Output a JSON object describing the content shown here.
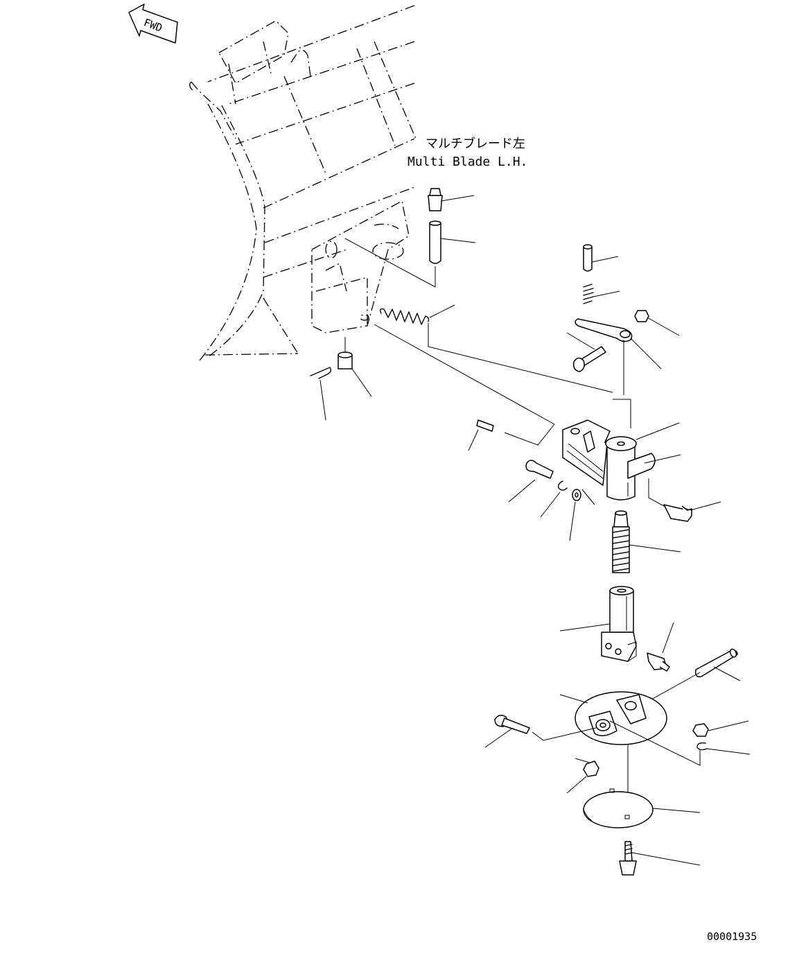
{
  "labels": {
    "fwd": "FWD",
    "title_jp": "マルチブレード左",
    "title_en": "Multi Blade L.H.",
    "drawing_number": "00001935"
  },
  "icons": [
    "fwd-arrow-icon"
  ]
}
